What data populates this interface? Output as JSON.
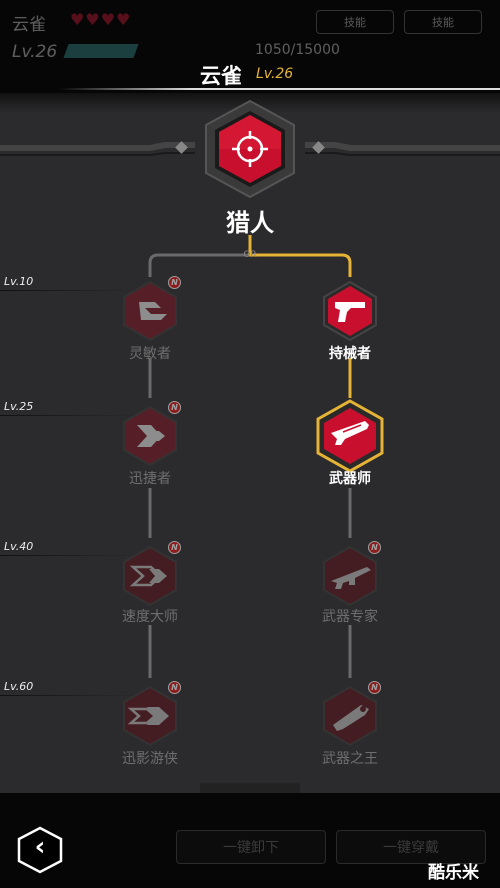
{
  "background_hud": {
    "name": "云雀",
    "hearts": "♥♥♥♥",
    "level": "Lv.26",
    "exp": "1050/15000",
    "btn1": "技能",
    "btn2": "技能"
  },
  "header": {
    "title": "云雀",
    "level": "Lv.26"
  },
  "class_title": "猎人",
  "or_label": "OR",
  "levels": [
    "Lv.10",
    "Lv.25",
    "Lv.40",
    "Lv.60"
  ],
  "badge_text": "N",
  "left_branch": [
    {
      "label": "灵敏者",
      "icon": "agility-icon"
    },
    {
      "label": "迅捷者",
      "icon": "double-chevron-icon"
    },
    {
      "label": "速度大师",
      "icon": "speed-chevron-icon"
    },
    {
      "label": "迅影游侠",
      "icon": "shadow-chevron-icon"
    }
  ],
  "right_branch": [
    {
      "label": "持械者",
      "icon": "pistol-icon"
    },
    {
      "label": "武器师",
      "icon": "shotgun-icon"
    },
    {
      "label": "武器专家",
      "icon": "rifle-icon"
    },
    {
      "label": "武器之王",
      "icon": "cannon-icon"
    }
  ],
  "bottom": {
    "btn1": "一键卸下",
    "btn2": "一键穿戴",
    "watermark": "酷乐米"
  },
  "colors": {
    "accent_gold": "#e5b335",
    "node_red": "#c8102e",
    "panel_bg": "#2b2b2d"
  }
}
